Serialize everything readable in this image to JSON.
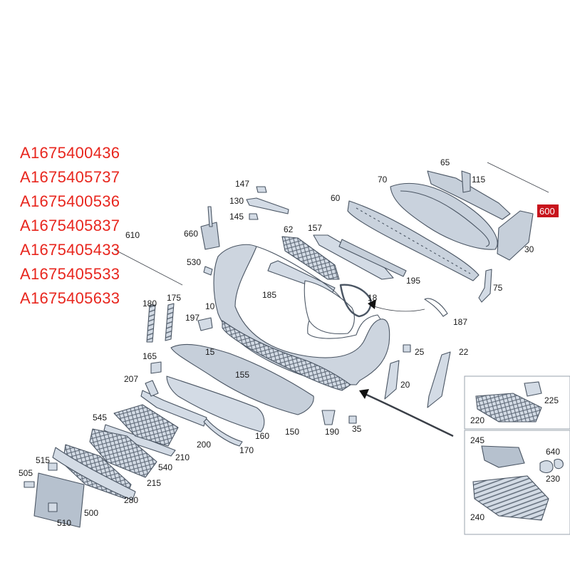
{
  "part_numbers": [
    "A1675400436",
    "A1675405737",
    "A1675400536",
    "A1675405837",
    "A1675405433",
    "A1675405533",
    "A1675405633"
  ],
  "callouts": {
    "c65": "65",
    "c115": "115",
    "c70": "70",
    "c60": "60",
    "c600": "600",
    "c147": "147",
    "c130": "130",
    "c145": "145",
    "c660": "660",
    "c610": "610",
    "c62": "62",
    "c157": "157",
    "c30": "30",
    "c530": "530",
    "c195": "195",
    "c75": "75",
    "c185": "185",
    "c18": "18",
    "c180": "180",
    "c175": "175",
    "c10": "10",
    "c197": "197",
    "c187": "187",
    "c15": "15",
    "c25": "25",
    "c22": "22",
    "c165": "165",
    "c155": "155",
    "c20": "20",
    "c207": "207",
    "c225": "225",
    "c220": "220",
    "c545": "545",
    "c160": "160",
    "c150": "150",
    "c190": "190",
    "c35": "35",
    "c200": "200",
    "c210": "210",
    "c170": "170",
    "c540": "540",
    "c245": "245",
    "c640": "640",
    "c515": "515",
    "c230": "230",
    "c505": "505",
    "c215": "215",
    "c280": "280",
    "c500": "500",
    "c510": "510",
    "c240": "240"
  },
  "colors": {
    "part_fill": "#d3dbe5",
    "part_fill_dark": "#b6c1ce",
    "part_stroke": "#4a5563",
    "part_numbers": "#e8261e",
    "highlight_badge": "#c8141c",
    "frame": "#9aa3ad"
  }
}
